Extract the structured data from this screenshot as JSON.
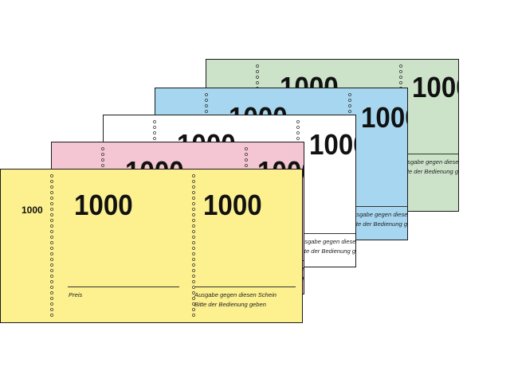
{
  "ticket_number": "1000",
  "price_label": "Preis",
  "instruction_line1": "Ausgabe gegen diesen Schein",
  "instruction_line2": "Bitte der Bedienung geben",
  "colors": {
    "yellow": "#fdf08f",
    "pink": "#f4c6d4",
    "white": "#ffffff",
    "blue": "#a7d7f0",
    "green": "#cce3c9",
    "outline": "#1a1a1a"
  }
}
